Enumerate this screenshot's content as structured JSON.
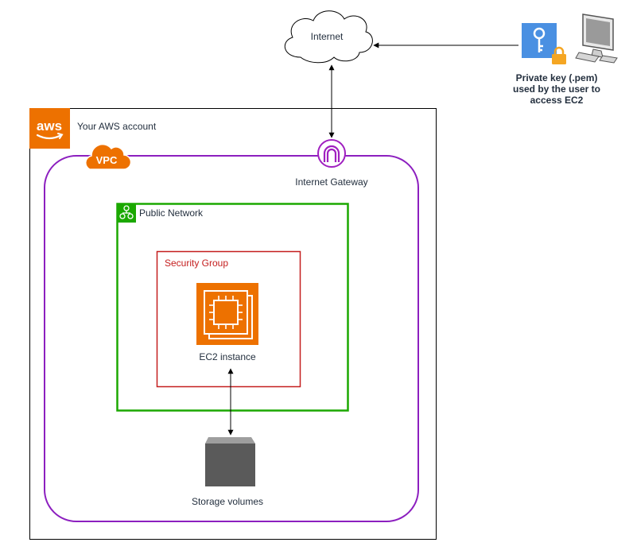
{
  "internet": {
    "label": "Internet"
  },
  "private_key": {
    "line1": "Private key (.pem)",
    "line2": "used by the user to",
    "line3": "access EC2"
  },
  "aws_account": {
    "logo": "aws",
    "label": "Your AWS account"
  },
  "vpc": {
    "badge": "VPC"
  },
  "gateway": {
    "label": "Internet Gateway"
  },
  "public_network": {
    "label": "Public Network"
  },
  "security_group": {
    "label": "Security Group"
  },
  "ec2": {
    "label": "EC2 instance"
  },
  "storage": {
    "label": "Storage volumes"
  },
  "colors": {
    "aws_orange": "#ED7100",
    "vpc_purple": "#8C4FFF",
    "gateway_purple": "#A020C0",
    "public_green": "#1BA800",
    "security_red": "#C41E1E",
    "key_blue": "#4A90E2",
    "lock_orange": "#F5A623",
    "storage_gray": "#5A5A5A"
  }
}
